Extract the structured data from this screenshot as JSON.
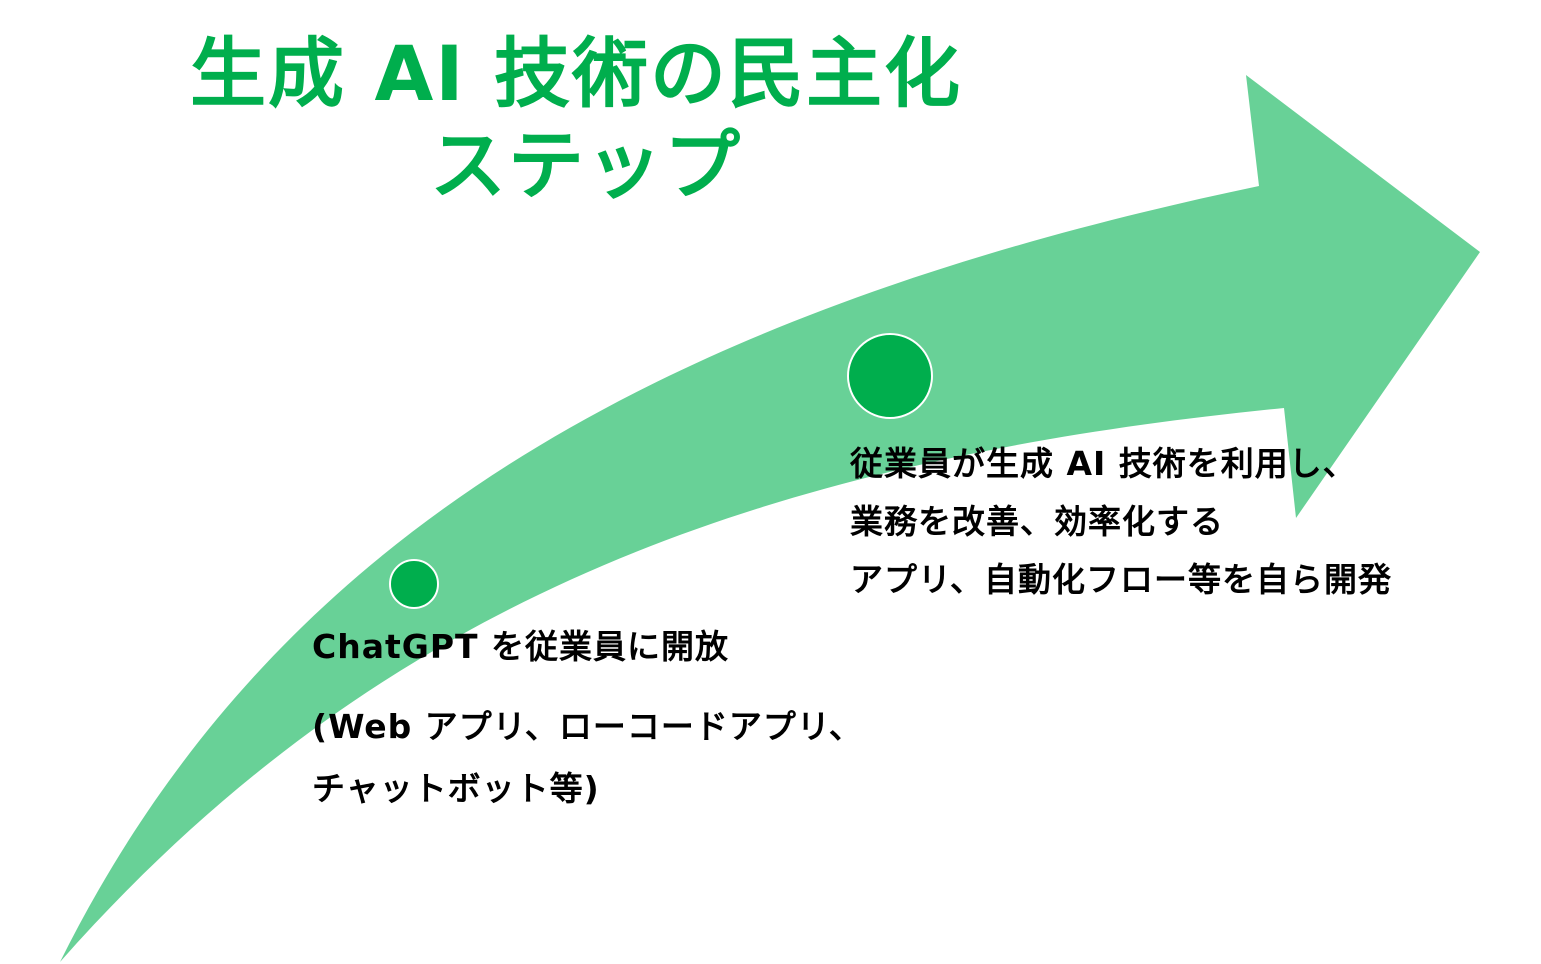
{
  "title": {
    "line1": "生成 AI 技術の民主化",
    "line2": "ステップ"
  },
  "colors": {
    "arrow_fill": "#68d197",
    "marker_fill": "#00ae4d",
    "marker_stroke": "#ffffff",
    "title_color": "#00ae4d",
    "text_color": "#000000"
  },
  "steps": [
    {
      "marker": "step-1-marker",
      "heading": "ChatGPT を従業員に開放",
      "details": [
        "(Web アプリ、ローコードアプリ、",
        "チャットボット等)"
      ]
    },
    {
      "marker": "step-2-marker",
      "lines": [
        "従業員が生成 AI 技術を利用し、",
        "業務を改善、効率化する",
        "アプリ、自動化フロー等を自ら開発"
      ]
    }
  ]
}
